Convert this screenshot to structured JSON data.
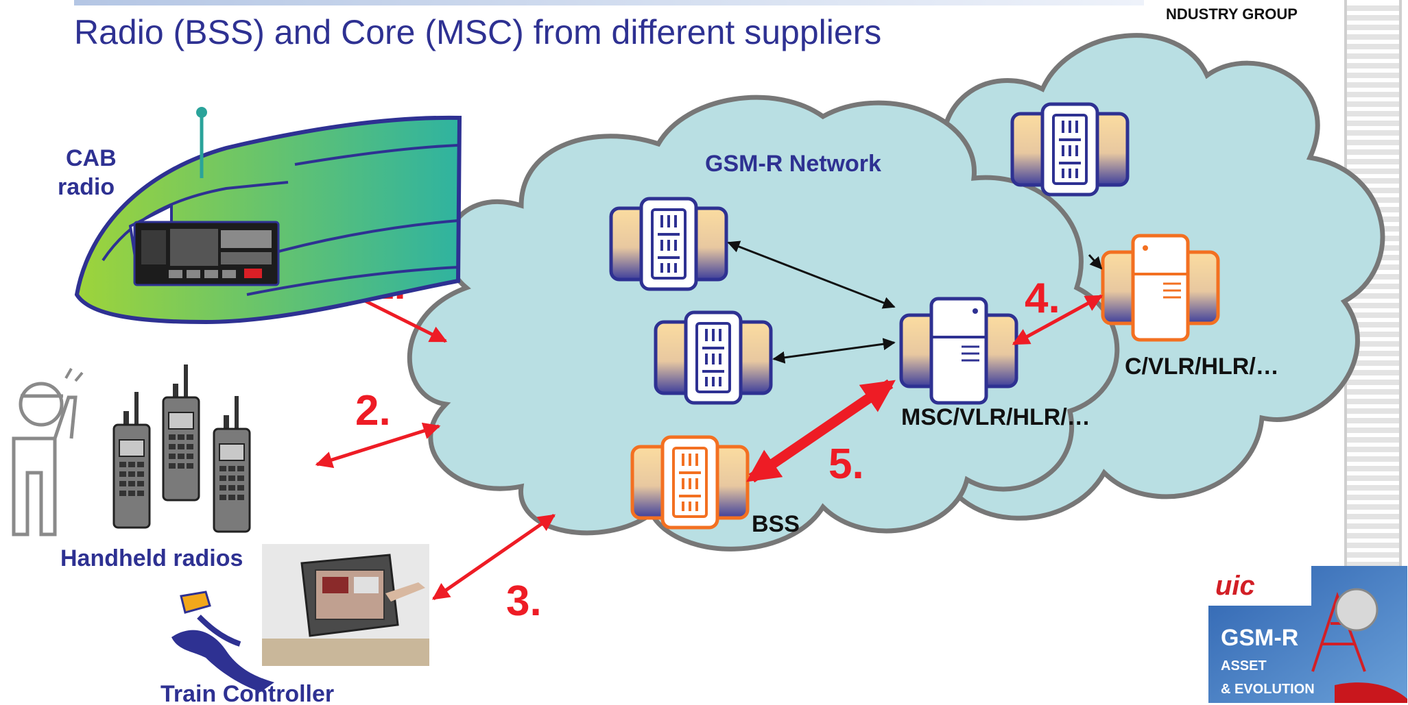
{
  "header": {
    "title": "Radio (BSS) and Core (MSC) from different suppliers",
    "group_label": "NDUSTRY GROUP"
  },
  "diagram": {
    "network_label": "GSM-R Network",
    "core_label_main": "MSC/VLR/HLR/…",
    "core_label_second": "C/VLR/HLR/…",
    "bss_label": "BSS",
    "cab_radio_label": [
      "CAB",
      "radio"
    ],
    "handheld_label": "Handheld radios",
    "controller_label": "Train Controller",
    "interfaces": [
      "1.",
      "2.",
      "3.",
      "4.",
      "5."
    ]
  },
  "logo": {
    "org": "uic",
    "title": "GSM-R",
    "line1": "ASSET",
    "line2": "& EVOLUTION"
  },
  "colors": {
    "title": "#2e3192",
    "cloud_fill": "#b9dfe3",
    "cloud_stroke": "#777777",
    "interface_arrow": "#ee1c25",
    "bss_accent": "#f37021",
    "core_accent": "#2e3192"
  }
}
